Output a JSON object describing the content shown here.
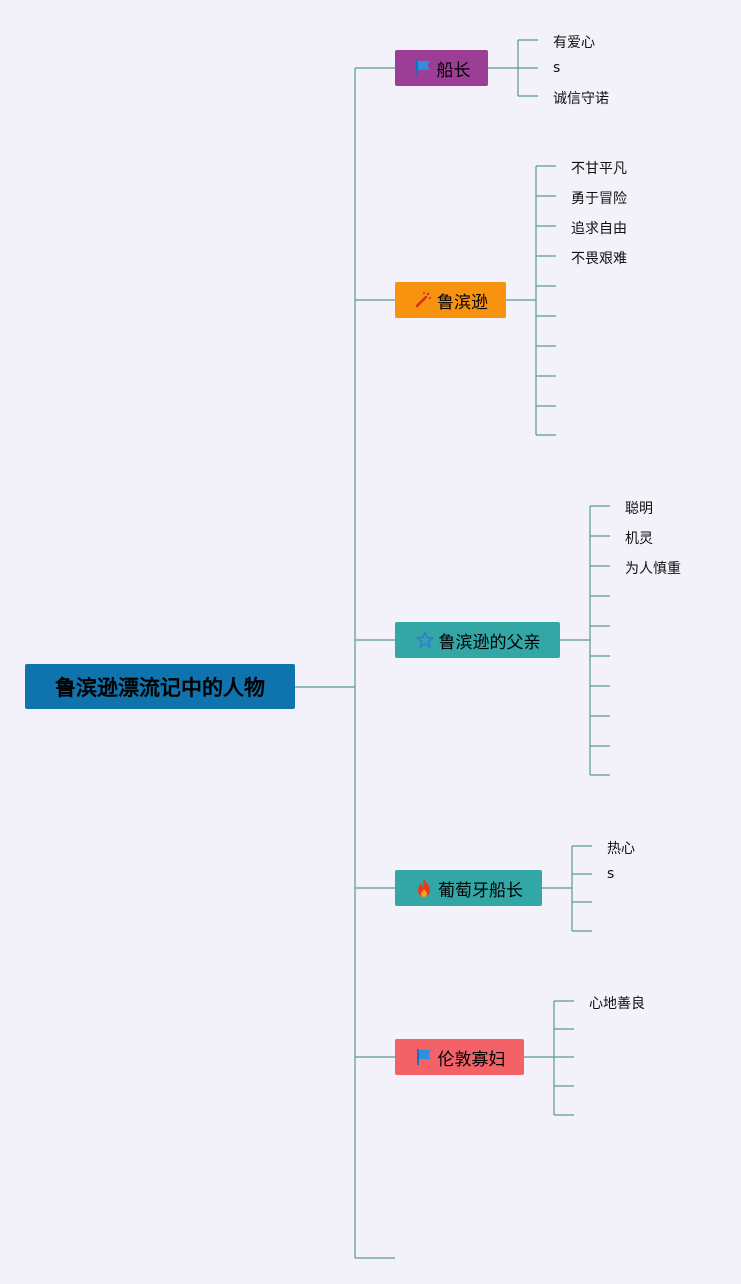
{
  "root": {
    "label": "鲁滨逊漂流记中的人物"
  },
  "branches": [
    {
      "label": "船长",
      "icon": "blue-flag-icon",
      "color": "#9c3d96",
      "leaves": [
        "有爱心",
        "s",
        "诚信守诺"
      ]
    },
    {
      "label": "鲁滨逊",
      "icon": "magic-wand-icon",
      "color": "#f7930e",
      "leaves": [
        "不甘平凡",
        "勇于冒险",
        "追求自由",
        "不畏艰难"
      ]
    },
    {
      "label": "鲁滨逊的父亲",
      "icon": "blue-star-icon",
      "color": "#33a6a6",
      "leaves": [
        "聪明",
        "机灵",
        "为人慎重"
      ]
    },
    {
      "label": "葡萄牙船长",
      "icon": "fire-icon",
      "color": "#33a6a6",
      "leaves": [
        "热心",
        "s"
      ]
    },
    {
      "label": "伦敦寡妇",
      "icon": "blue-flag-icon",
      "color": "#f26266",
      "leaves": [
        "心地善良"
      ]
    }
  ]
}
